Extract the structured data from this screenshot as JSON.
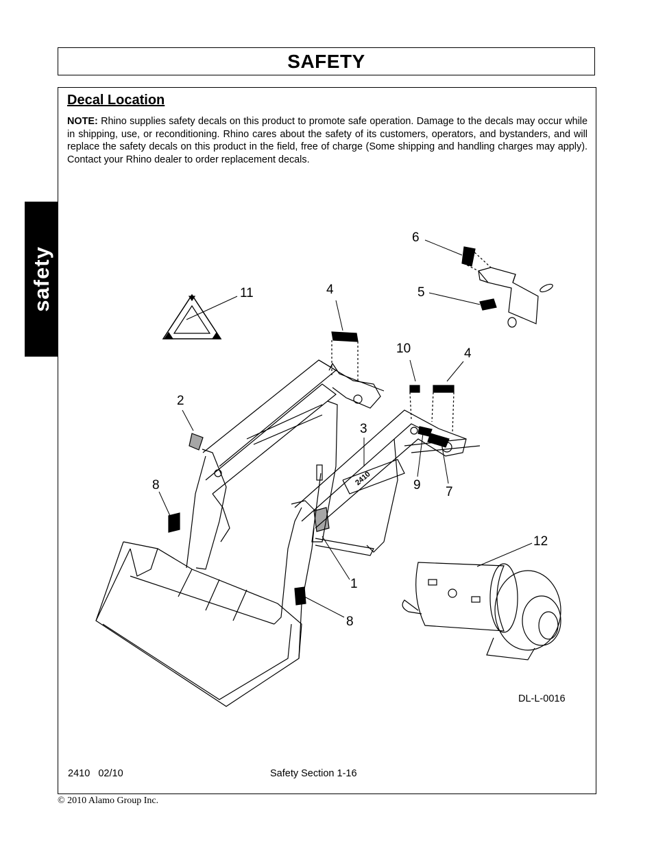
{
  "header": {
    "title": "SAFETY"
  },
  "side_tab": {
    "label": "safety"
  },
  "section": {
    "heading": "Decal Location",
    "note_label": "NOTE:",
    "note_text": " Rhino supplies safety decals on this product to promote safe operation. Damage to the decals may occur while in shipping, use, or reconditioning. Rhino cares about the safety of its customers, operators, and bystanders, and will replace the safety decals on this product in the field, free of charge (Some shipping and handling charges may apply). Contact your Rhino dealer to order replacement decals."
  },
  "figure": {
    "id": "DL-L-0016",
    "callouts": [
      "6",
      "5",
      "11",
      "4",
      "10",
      "4",
      "2",
      "3",
      "8",
      "9",
      "7",
      "12",
      "1",
      "8"
    ],
    "model_label": "2410"
  },
  "footer": {
    "model_date": "2410   02/10",
    "page_label": "Safety Section 1-16",
    "copyright": "© 2010 Alamo Group Inc."
  }
}
